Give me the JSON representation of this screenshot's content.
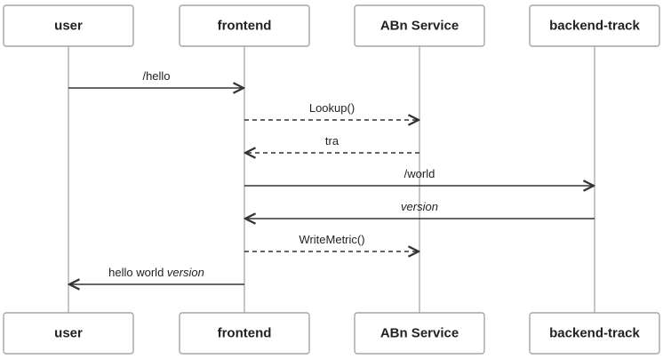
{
  "participants": [
    {
      "id": "user",
      "label": "user"
    },
    {
      "id": "frontend",
      "label": "frontend"
    },
    {
      "id": "abn",
      "label": "ABn Service"
    },
    {
      "id": "backend",
      "label": "backend-track"
    }
  ],
  "messages": [
    {
      "from": 0,
      "to": 1,
      "style": "solid",
      "parts": [
        {
          "text": "/hello",
          "italic": false
        }
      ]
    },
    {
      "from": 1,
      "to": 2,
      "style": "dashed",
      "parts": [
        {
          "text": "Lookup()",
          "italic": false
        }
      ]
    },
    {
      "from": 2,
      "to": 1,
      "style": "dashed",
      "parts": [
        {
          "text": "tra",
          "italic": false
        }
      ]
    },
    {
      "from": 1,
      "to": 3,
      "style": "solid",
      "parts": [
        {
          "text": "/world",
          "italic": false
        }
      ]
    },
    {
      "from": 3,
      "to": 1,
      "style": "solid",
      "parts": [
        {
          "text": "version",
          "italic": true
        }
      ]
    },
    {
      "from": 1,
      "to": 2,
      "style": "dashed",
      "parts": [
        {
          "text": "WriteMetric()",
          "italic": false
        }
      ]
    },
    {
      "from": 1,
      "to": 0,
      "style": "solid",
      "parts": [
        {
          "text": "hello world ",
          "italic": false
        },
        {
          "text": "version",
          "italic": true
        }
      ]
    }
  ],
  "colors": {
    "box_border": "#a6a6a6",
    "lifeline": "#b3b3b3",
    "arrow": "#333333",
    "text": "#222222"
  }
}
